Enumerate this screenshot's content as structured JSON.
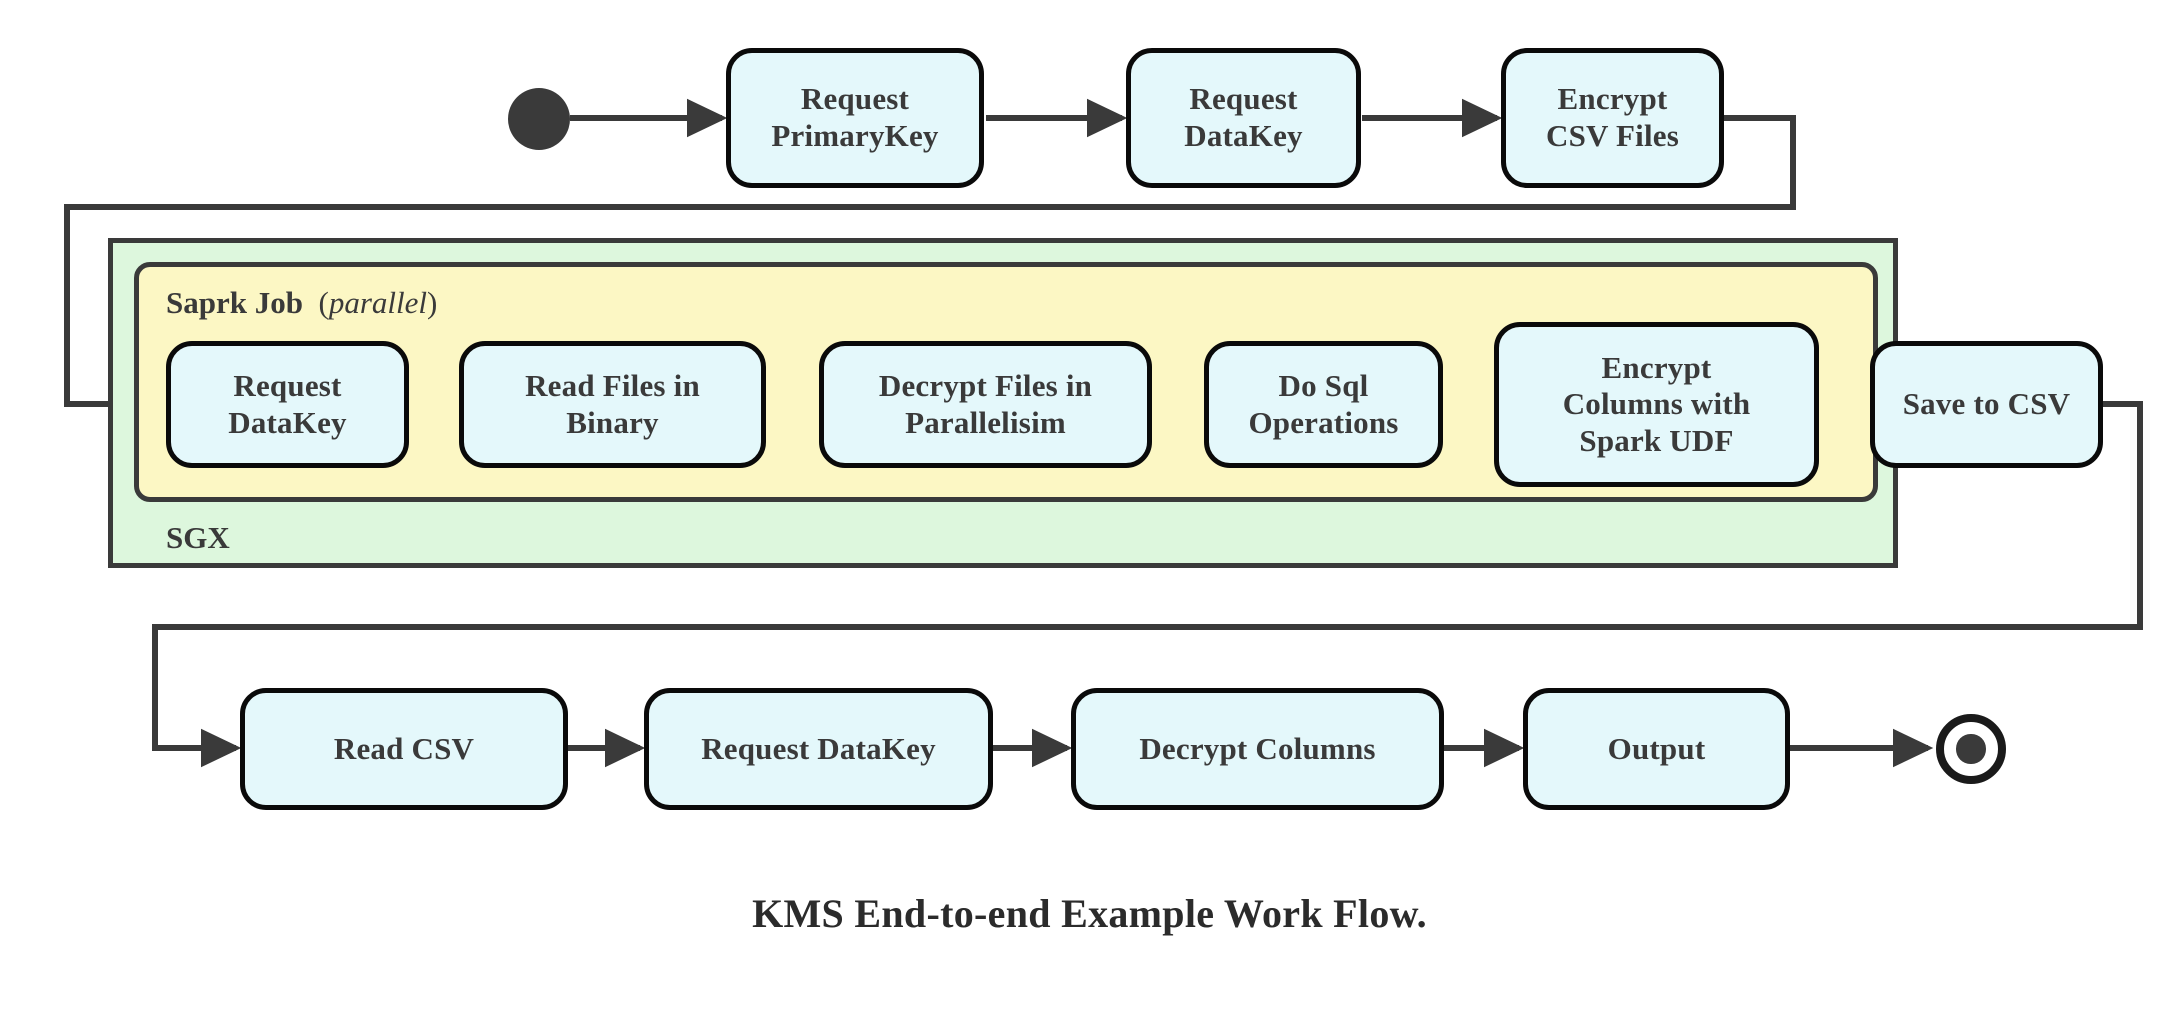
{
  "diagram": {
    "caption": "KMS End-to-end Example Work Flow.",
    "colors": {
      "node_fill": "#e4f8fb",
      "node_stroke": "#0a0a0a",
      "sgx_fill": "#ddf7dd",
      "spark_fill": "#fcf7c4",
      "edge_stroke": "#3a3a3a",
      "text": "#3a3a3a"
    },
    "start_node": {
      "name": "start"
    },
    "end_node": {
      "name": "end"
    },
    "containers": {
      "sgx": {
        "label": "SGX"
      },
      "spark": {
        "label_bold": "Saprk Job",
        "label_paren_open": "(",
        "label_italic": "parallel",
        "label_paren_close": ")"
      }
    },
    "rows": {
      "top": [
        {
          "id": "request-primarykey",
          "label": "Request\nPrimaryKey"
        },
        {
          "id": "request-datakey-top",
          "label": "Request\nDataKey"
        },
        {
          "id": "encrypt-csv-files",
          "label": "Encrypt\nCSV Files"
        }
      ],
      "spark": [
        {
          "id": "request-datakey-spark",
          "label": "Request\nDataKey"
        },
        {
          "id": "read-files-in-binary",
          "label": "Read Files in\nBinary"
        },
        {
          "id": "decrypt-files-in-parallelisim",
          "label": "Decrypt Files in\nParallelisim"
        },
        {
          "id": "do-sql-operations",
          "label": "Do Sql\nOperations"
        },
        {
          "id": "encrypt-columns-with-spark-udf",
          "label": "Encrypt\nColumns with\nSpark UDF"
        },
        {
          "id": "save-to-csv",
          "label": "Save to CSV"
        }
      ],
      "bottom": [
        {
          "id": "read-csv",
          "label": "Read CSV"
        },
        {
          "id": "request-datakey-bottom",
          "label": "Request DataKey"
        },
        {
          "id": "decrypt-columns",
          "label": "Decrypt Columns"
        },
        {
          "id": "output",
          "label": "Output"
        }
      ]
    }
  },
  "chart_data": {
    "type": "diagram",
    "title": "KMS End-to-end Example Work Flow.",
    "flow": [
      "start",
      "Request PrimaryKey",
      "Request DataKey",
      "Encrypt CSV Files",
      "Request DataKey",
      "Read Files in Binary",
      "Decrypt Files in Parallelisim",
      "Do Sql Operations",
      "Encrypt Columns with Spark UDF",
      "Save to CSV",
      "Read CSV",
      "Request DataKey",
      "Decrypt Columns",
      "Output",
      "end"
    ],
    "groups": [
      {
        "name": "SGX",
        "contains": [
          "Saprk Job (parallel)"
        ]
      },
      {
        "name": "Saprk Job (parallel)",
        "contains": [
          "Request DataKey",
          "Read Files in Binary",
          "Decrypt Files in Parallelisim",
          "Do Sql Operations",
          "Encrypt Columns with Spark UDF",
          "Save to CSV"
        ]
      }
    ]
  }
}
